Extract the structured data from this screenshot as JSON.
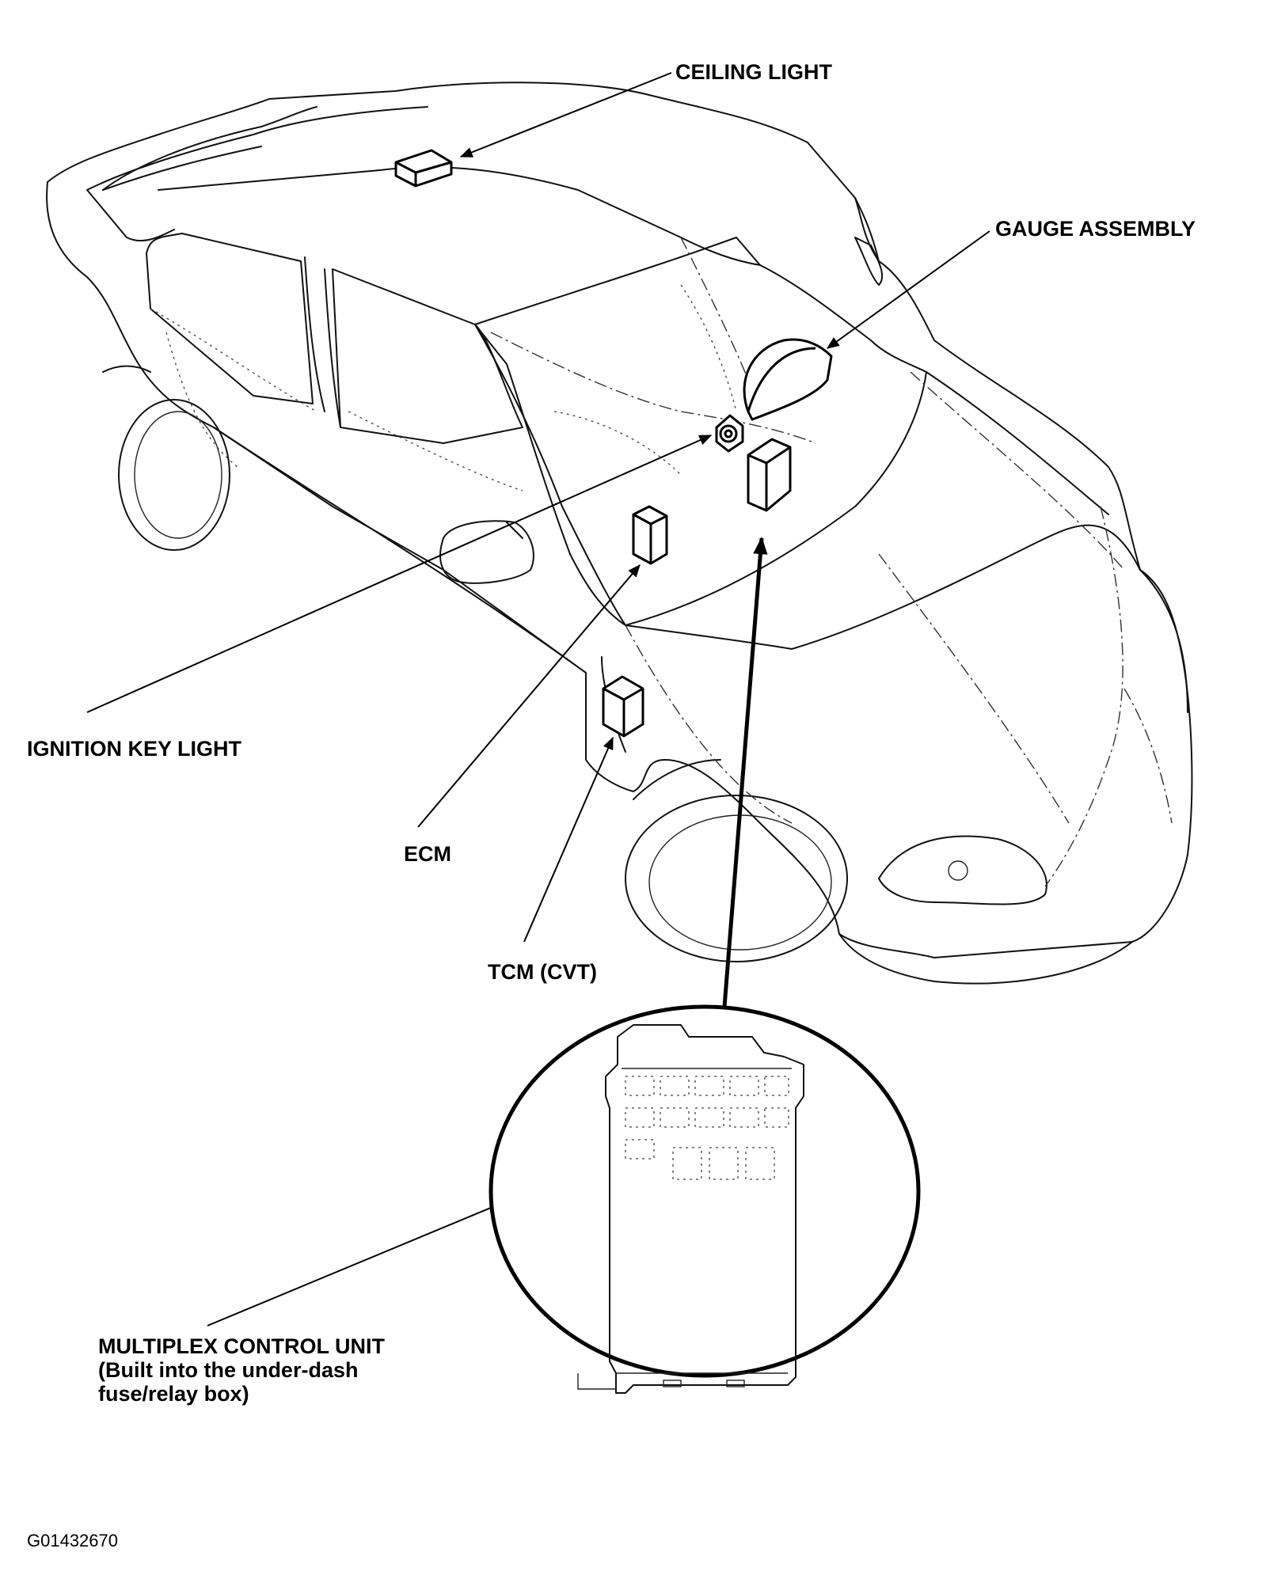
{
  "labels": {
    "ceiling_light": "CEILING LIGHT",
    "gauge_assembly": "GAUGE ASSEMBLY",
    "ignition_key_light": "IGNITION KEY LIGHT",
    "ecm": "ECM",
    "tcm": "TCM (CVT)",
    "multiplex_line1": "MULTIPLEX CONTROL UNIT",
    "multiplex_line2": "(Built into the under-dash",
    "multiplex_line3": "fuse/relay box)"
  },
  "figure_id": "G01432670",
  "colors": {
    "ink": "#000000",
    "paper": "#ffffff"
  }
}
